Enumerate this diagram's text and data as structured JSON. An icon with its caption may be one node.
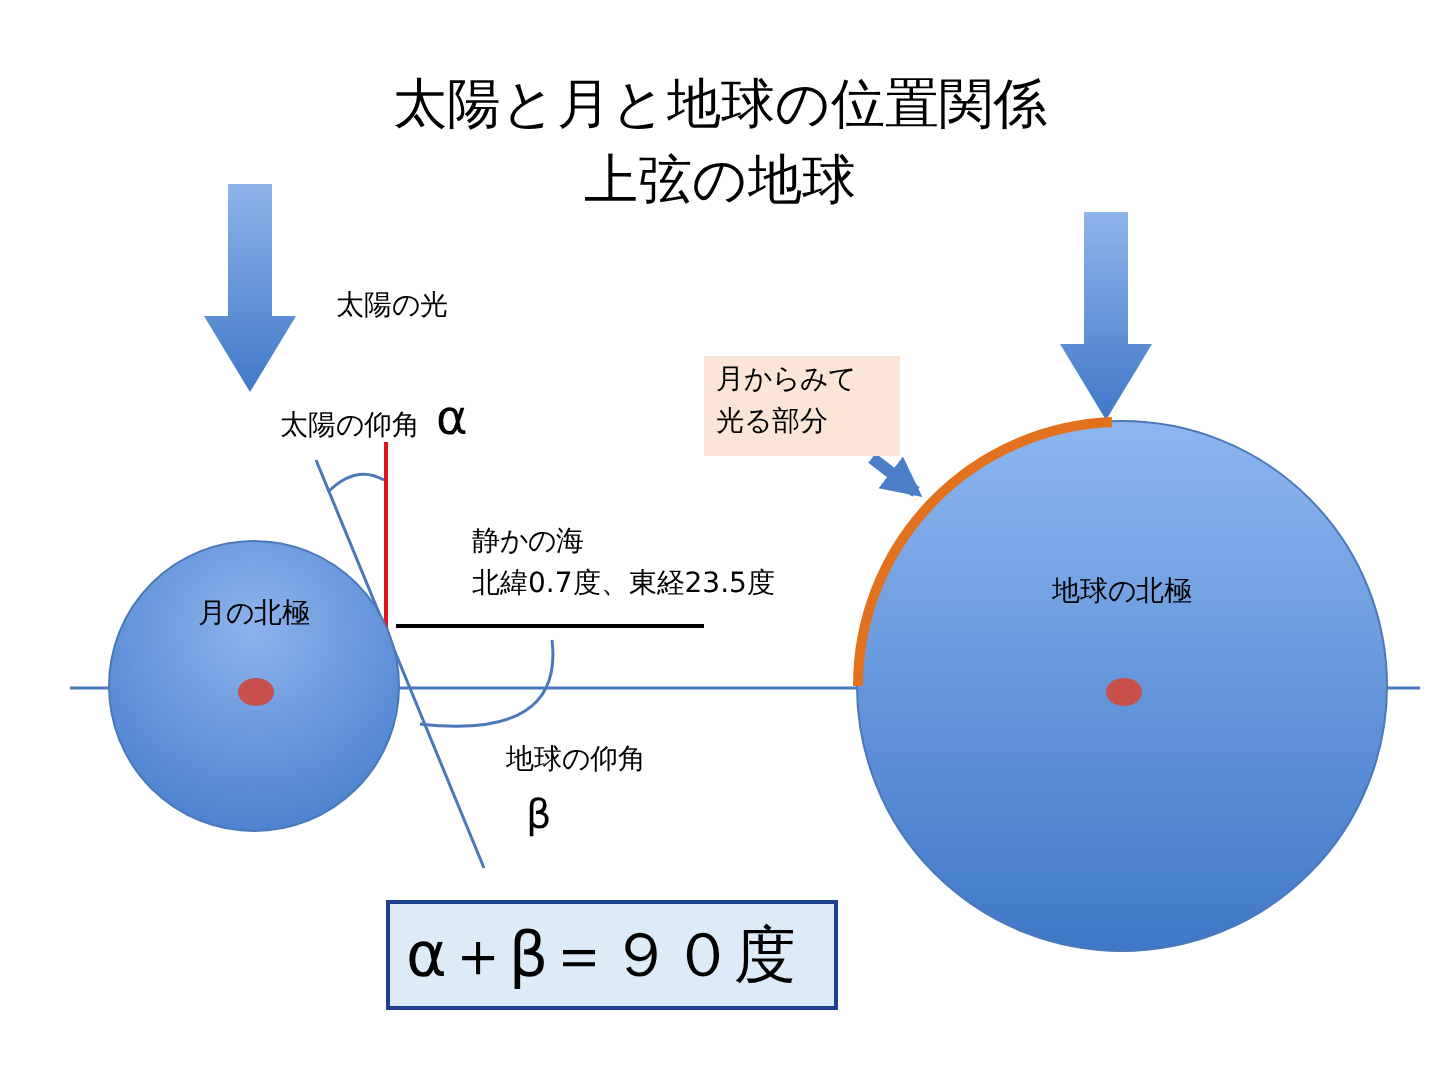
{
  "diagram": {
    "title": "太陽と月と地球の位置関係",
    "nodes": [
      {
        "text": [
          "月の北極"
        ]
      },
      {
        "text": [
          "地球の北極"
        ]
      },
      {
        "text": [
          "月からみて光る部分"
        ]
      },
      {
        "text": [],
        "shape": "arc",
        "in": 1
      },
      {
        "text": [
          "α＋β＝９０度"
        ]
      }
    ],
    "edges": [
      {
        "from": 2,
        "to": 3,
        "arrow": "to"
      }
    ],
    "labels": [
      "上弦の地球",
      "太陽の光",
      "太陽の仰角",
      "α",
      "静かの海",
      "北緯0.7度、東経23.5度",
      "地球の仰角",
      "β"
    ]
  }
}
